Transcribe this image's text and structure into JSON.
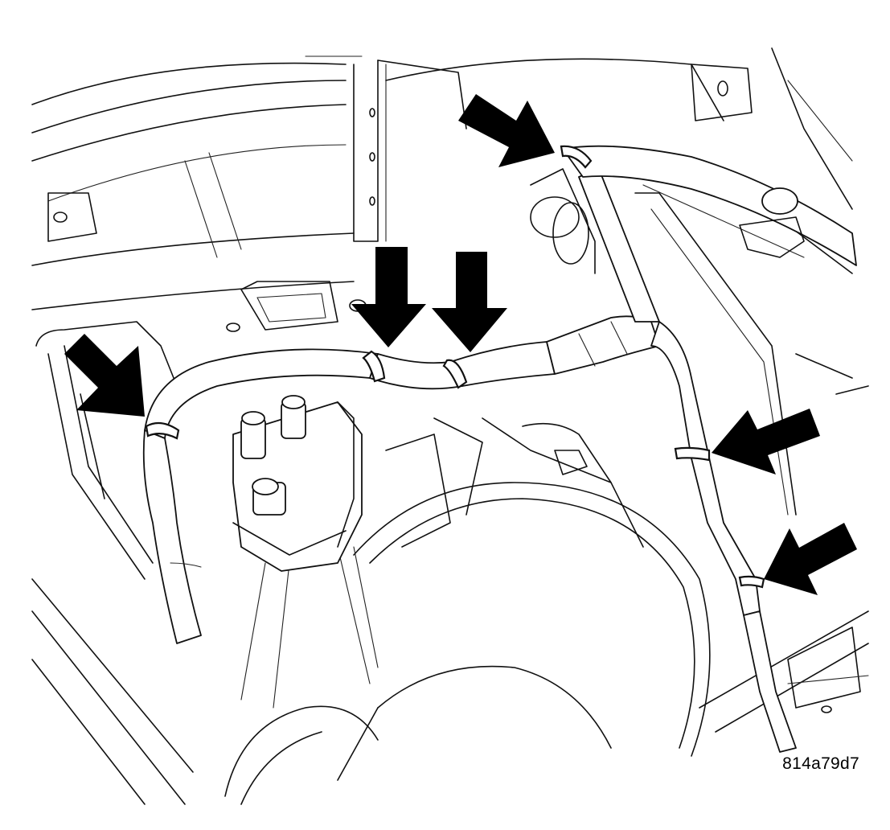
{
  "figure": {
    "id_label": "814a79d7"
  },
  "colors": {
    "line": "#111111",
    "arrow": "#000000",
    "background": "#ffffff"
  },
  "callout_arrows": [
    {
      "name": "arrow-clamp-left"
    },
    {
      "name": "arrow-clamp-center-left"
    },
    {
      "name": "arrow-clamp-center-right"
    },
    {
      "name": "arrow-clamp-top-right"
    },
    {
      "name": "arrow-clamp-right-middle"
    },
    {
      "name": "arrow-clamp-right-lower"
    }
  ]
}
